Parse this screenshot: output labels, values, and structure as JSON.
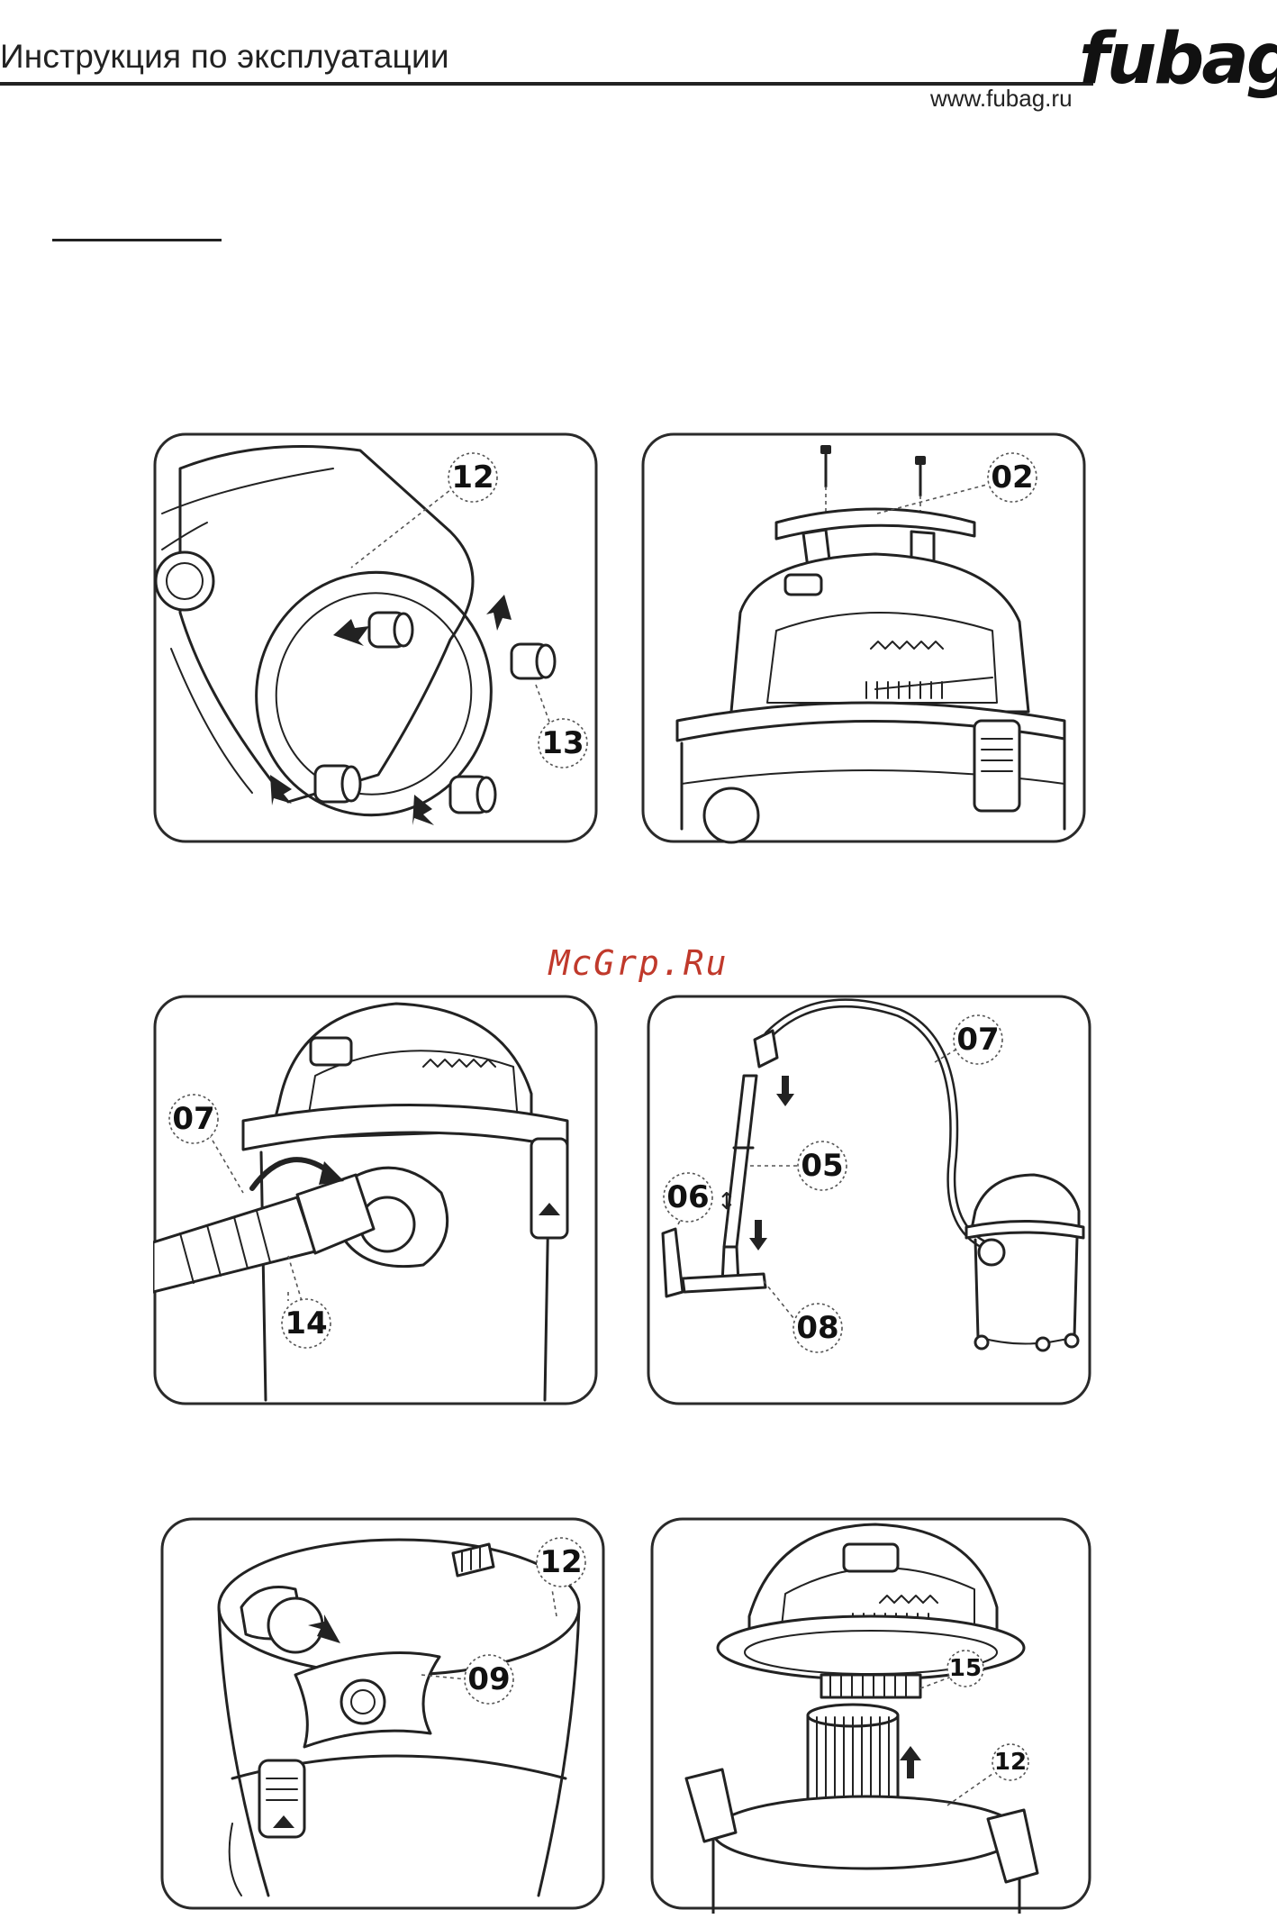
{
  "header": {
    "title": "Инструкция по эксплуатации",
    "site_url": "www.fubag.ru",
    "logo_text": "fubag"
  },
  "watermark": "McGrp.Ru",
  "figures": [
    {
      "id": "fig-casters",
      "callouts": [
        "12",
        "13"
      ]
    },
    {
      "id": "fig-handle",
      "callouts": [
        "02"
      ]
    },
    {
      "id": "fig-hose-inlet",
      "callouts": [
        "07",
        "14"
      ]
    },
    {
      "id": "fig-accessories",
      "callouts": [
        "07",
        "05",
        "06",
        "08"
      ]
    },
    {
      "id": "fig-dust-bag",
      "callouts": [
        "12",
        "09"
      ]
    },
    {
      "id": "fig-filter",
      "callouts": [
        "15",
        "12"
      ]
    }
  ],
  "colors": {
    "text": "#222222",
    "watermark": "#c0392b",
    "line": "#222222"
  }
}
